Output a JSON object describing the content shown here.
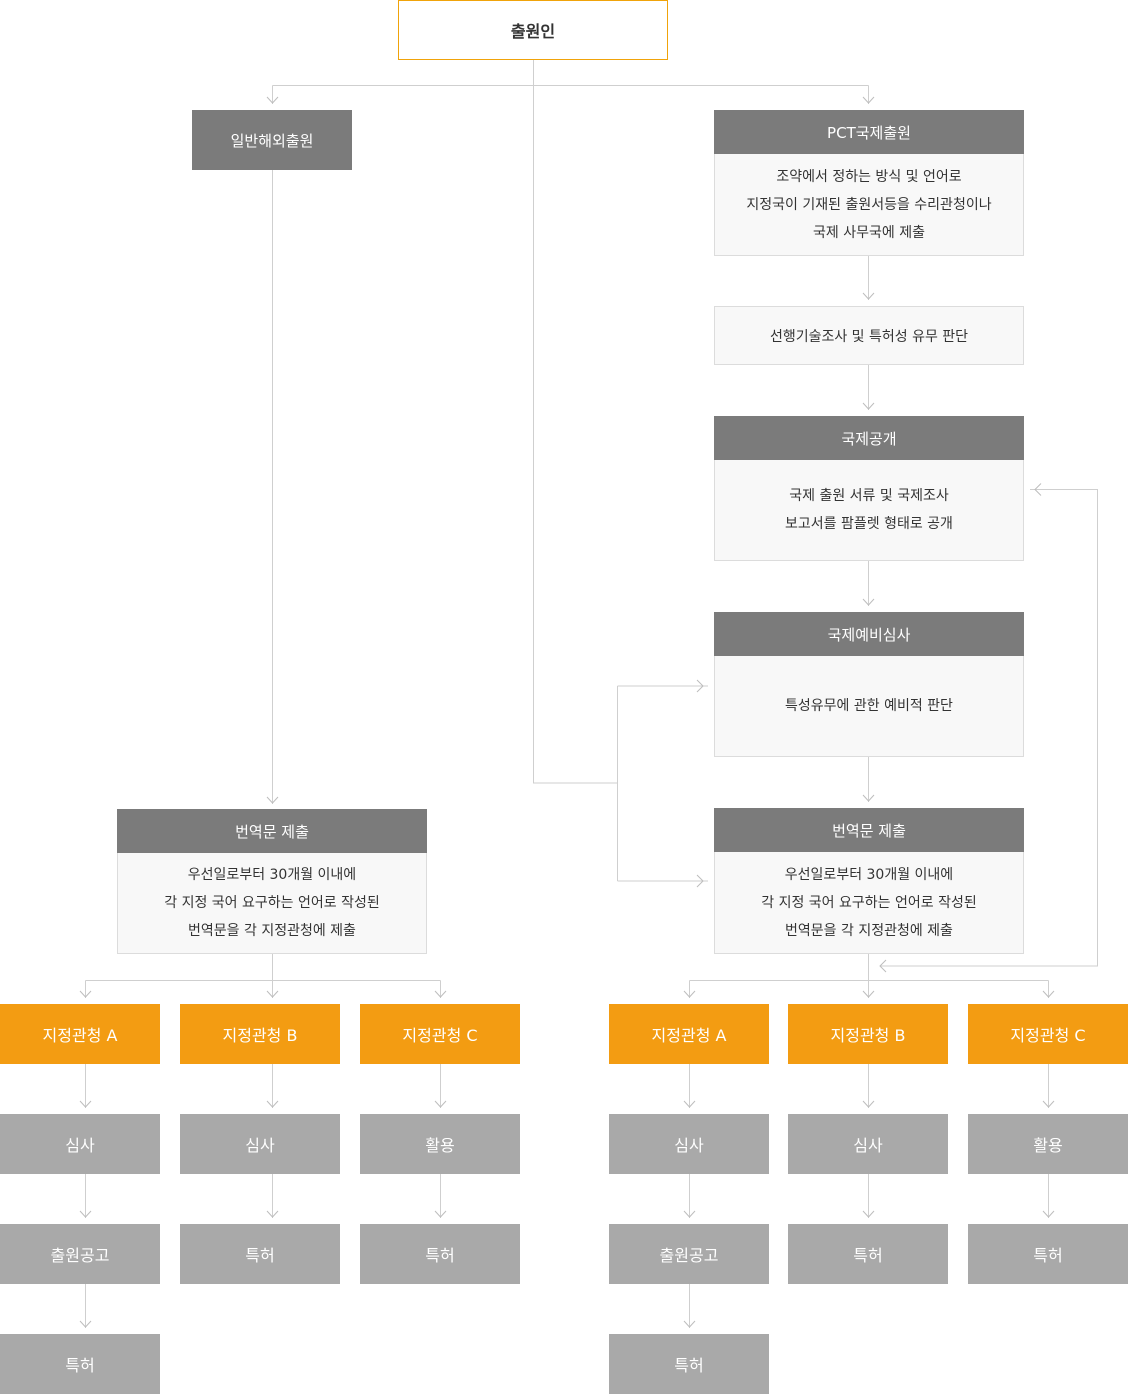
{
  "applicant": "출원인",
  "general": {
    "title": "일반해외출원",
    "translation": {
      "title": "번역문 제출",
      "lines": [
        "우선일로부터 30개월 이내에",
        "각 지정 국어 요구하는 언어로 작성된",
        "번역문을 각 지정관청에 제출"
      ]
    },
    "offices": [
      {
        "name": "지정관청 A",
        "steps": [
          "심사",
          "출원공고",
          "특허"
        ]
      },
      {
        "name": "지정관청 B",
        "steps": [
          "심사",
          "특허"
        ]
      },
      {
        "name": "지정관청 C",
        "steps": [
          "활용",
          "특허"
        ]
      }
    ]
  },
  "pct": {
    "title": "PCT국제출원",
    "lines": [
      "조약에서 정하는 방식 및 언어로",
      "지정국이 기재된 출원서등을 수리관청이나",
      "국제 사무국에 제출"
    ],
    "search": "선행기술조사 및 특허성 유무 판단",
    "publication": {
      "title": "국제공개",
      "lines": [
        "국제 출원 서류 및 국제조사",
        "보고서를 팜플렛 형태로 공개"
      ]
    },
    "prelim": {
      "title": "국제예비심사",
      "lines": [
        "특성유무에 관한 예비적 판단"
      ]
    },
    "translation": {
      "title": "번역문 제출",
      "lines": [
        "우선일로부터 30개월 이내에",
        "각 지정 국어 요구하는 언어로 작성된",
        "번역문을 각 지정관청에 제출"
      ]
    },
    "offices": [
      {
        "name": "지정관청 A",
        "steps": [
          "심사",
          "출원공고",
          "특허"
        ]
      },
      {
        "name": "지정관청 B",
        "steps": [
          "심사",
          "특허"
        ]
      },
      {
        "name": "지정관청 C",
        "steps": [
          "활용",
          "특허"
        ]
      }
    ]
  },
  "colors": {
    "accent": "#f39c12",
    "header": "#7b7b7b",
    "step": "#a9a9a9",
    "line": "#cccccc"
  }
}
